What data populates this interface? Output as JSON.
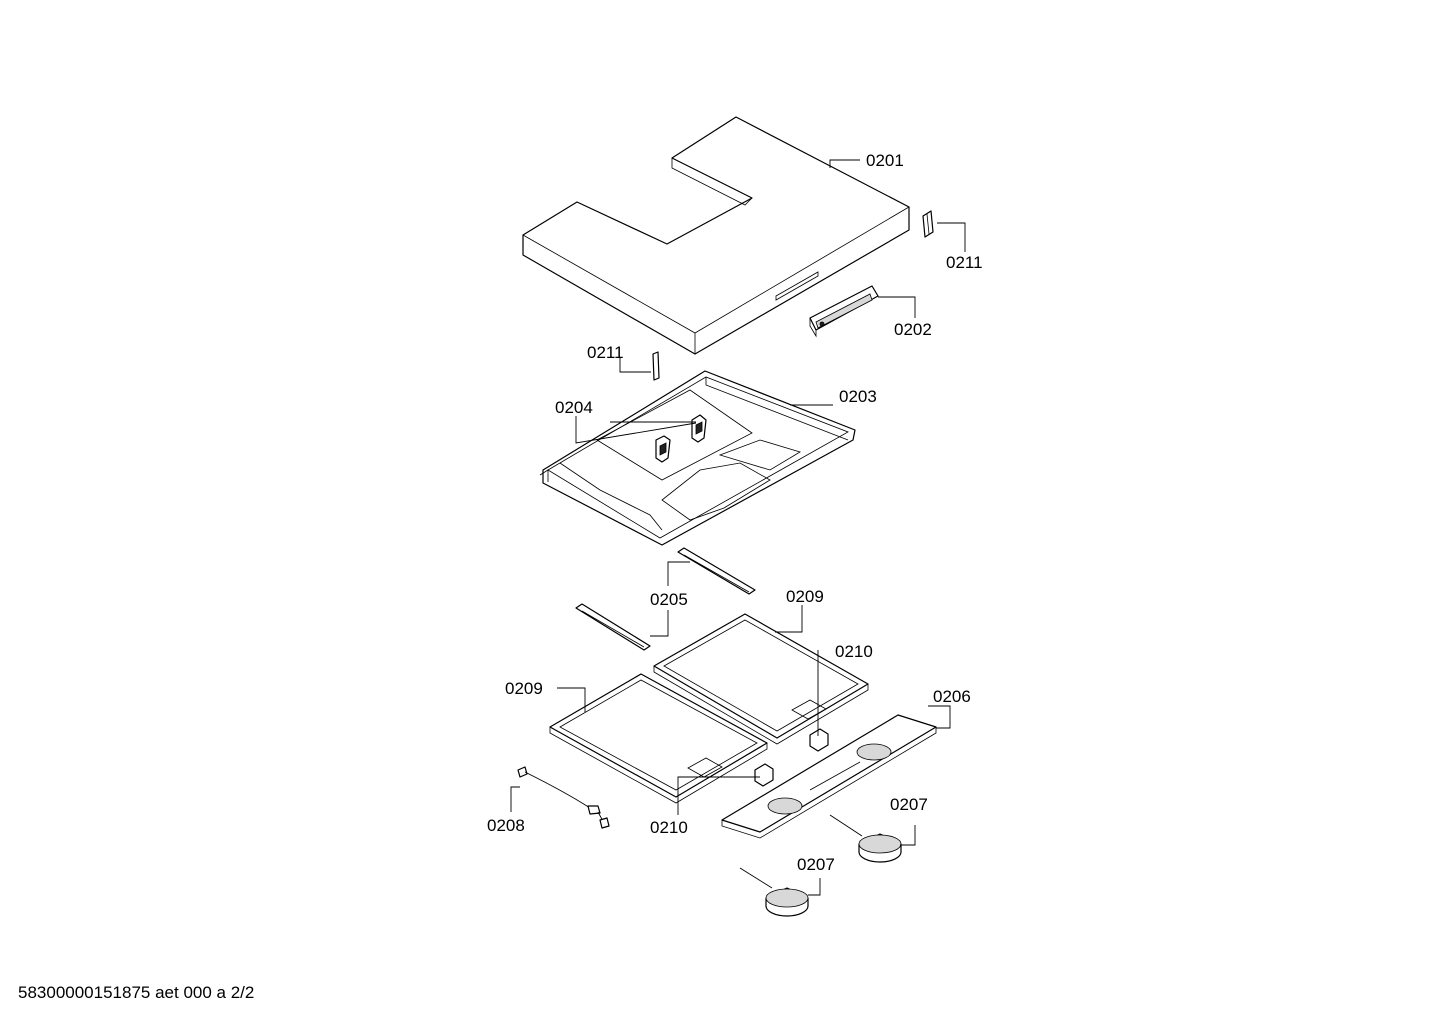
{
  "labels": {
    "p0201": "0201",
    "p0211a": "0211",
    "p0202": "0202",
    "p0211b": "0211",
    "p0203": "0203",
    "p0204": "0204",
    "p0205": "0205",
    "p0209a": "0209",
    "p0210a": "0210",
    "p0209b": "0209",
    "p0206": "0206",
    "p0207a": "0207",
    "p0208": "0208",
    "p0210b": "0210",
    "p0207b": "0207"
  },
  "footer": "58300000151875 aet 000 a 2/2"
}
